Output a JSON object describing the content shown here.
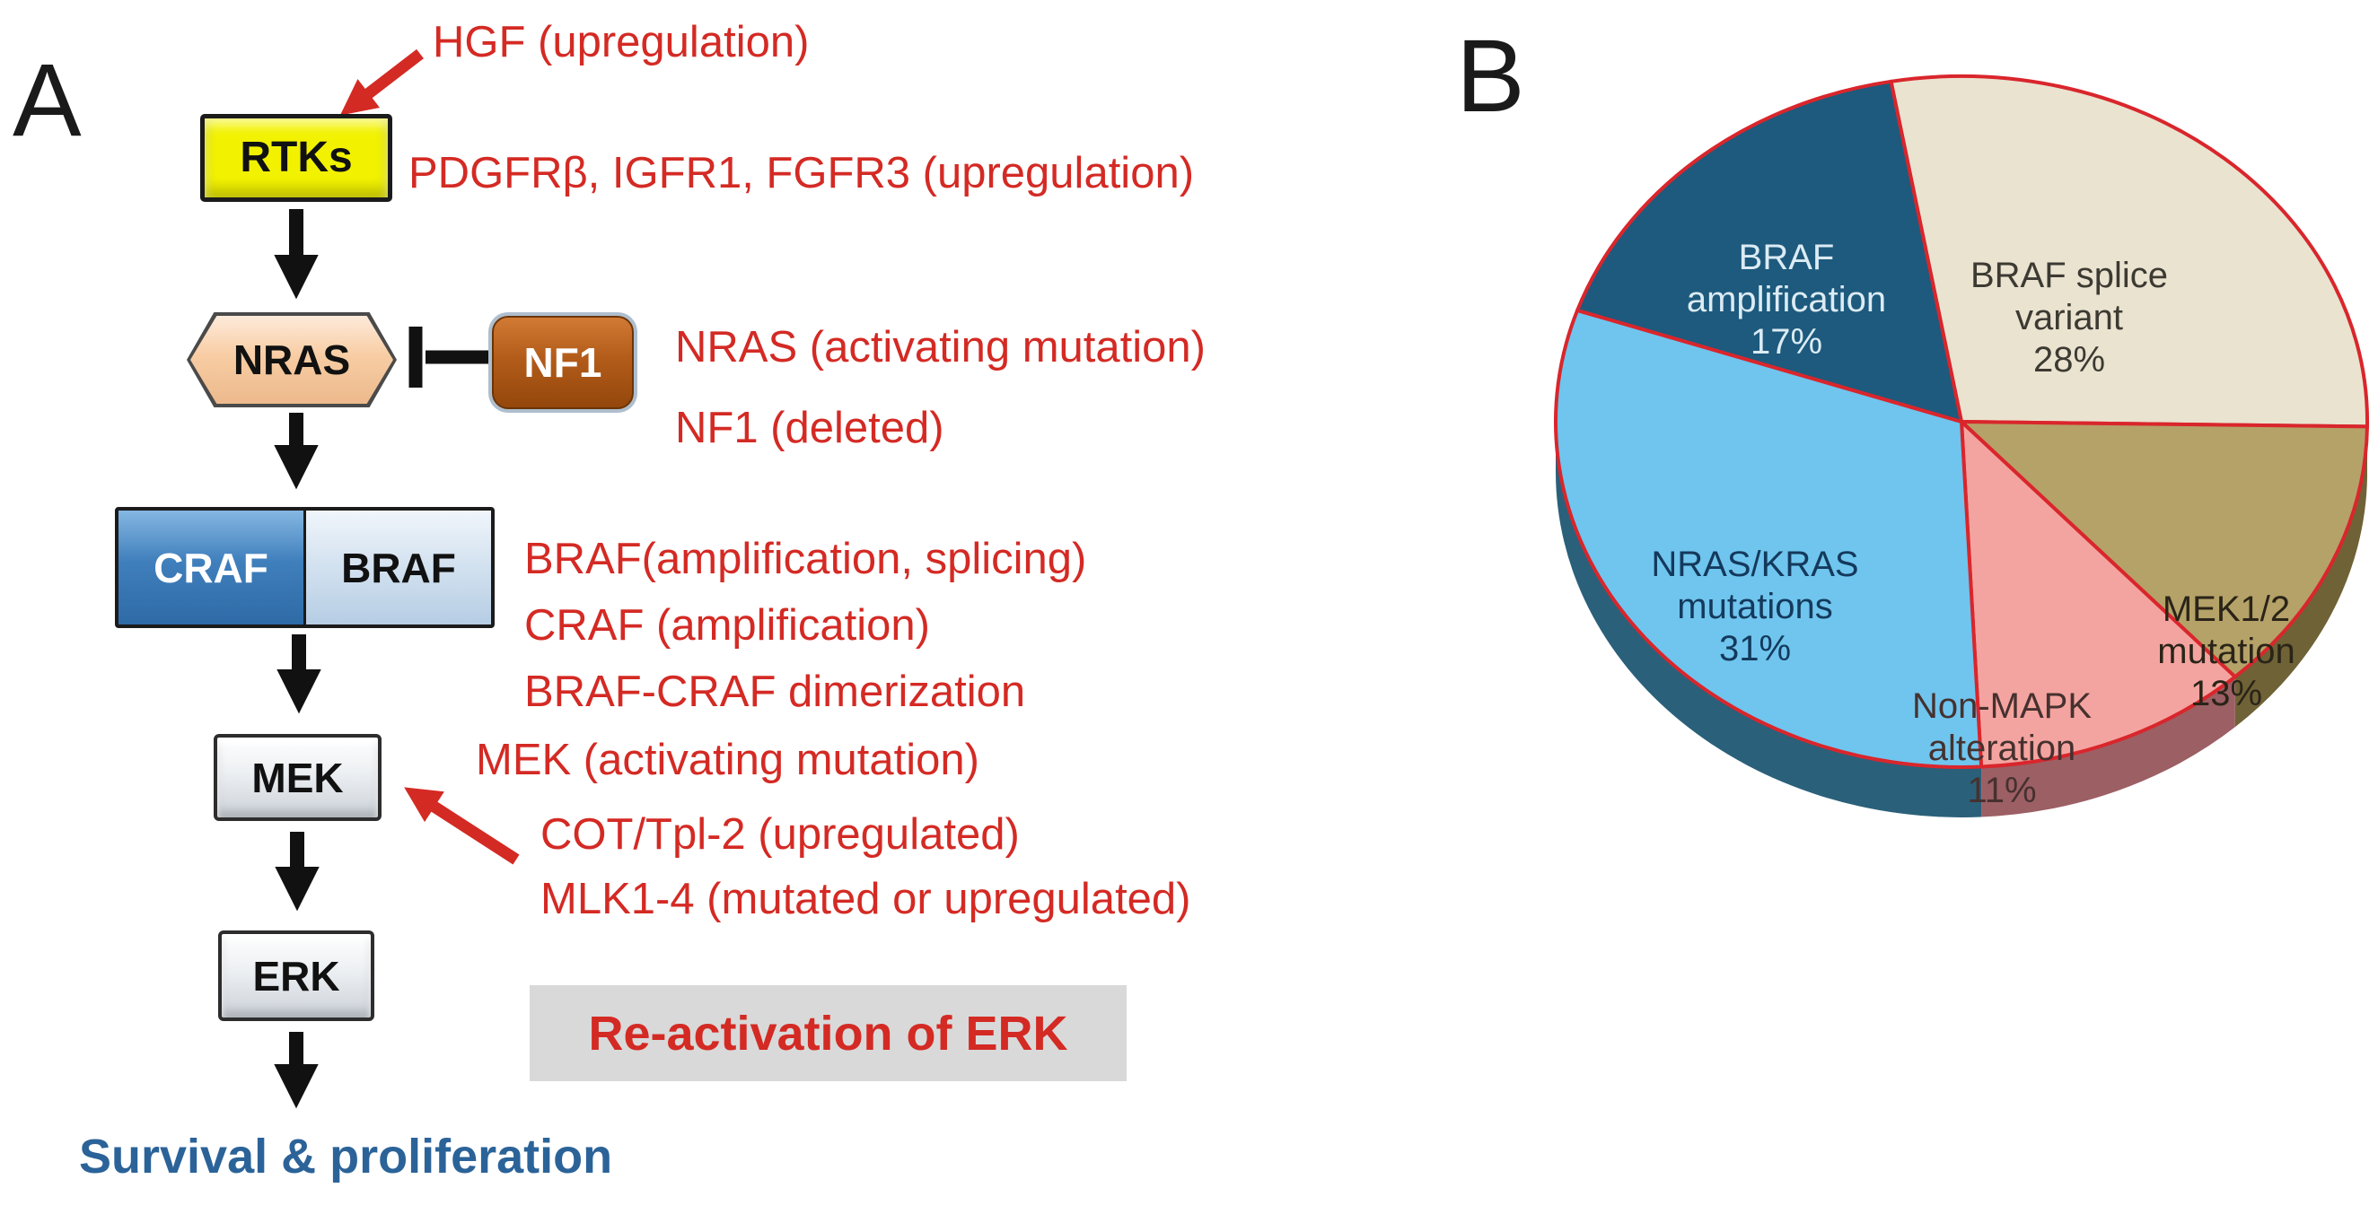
{
  "colors": {
    "red": "#d42a24",
    "outcome_blue": "#2b6399",
    "graybox": "#d9d9d9",
    "rtks_yellow": "#f2f200",
    "nras_peach": "#f8cda4",
    "nf1_brown": "#b35c1a",
    "craf_blue": "#3f7fbc",
    "braf_lightblue": "#cfdfee",
    "node_silver": "#ccd2d9",
    "arrow_black": "#111111",
    "pie_outline": "#d9262c"
  },
  "panel_a": {
    "label": "A",
    "nodes": {
      "rtks": "RTKs",
      "nras": "NRAS",
      "nf1": "NF1",
      "craf": "CRAF",
      "braf": "BRAF",
      "mek": "MEK",
      "erk": "ERK"
    },
    "annotations": {
      "hgf": "HGF (upregulation)",
      "rtk_list": "PDGFRβ, IGFR1, FGFR3 (upregulation)",
      "nras_mutation": "NRAS (activating mutation)",
      "nf1_deleted": "NF1 (deleted)",
      "braf_amp": "BRAF(amplification, splicing)",
      "craf_amp": "CRAF (amplification)",
      "dimerization": "BRAF-CRAF dimerization",
      "mek_mutation": "MEK (activating mutation)",
      "cot": "COT/Tpl-2 (upregulated)",
      "mlk": "MLK1-4 (mutated or upregulated)",
      "reactivation": "Re-activation of ERK",
      "outcome": "Survival & proliferation"
    }
  },
  "panel_b": {
    "label": "B"
  },
  "chart_data": {
    "type": "pie",
    "title": "",
    "start_angle_deg": -10,
    "direction": "clockwise",
    "outline_color": "#d9262c",
    "style": "3d",
    "slices": [
      {
        "label": "BRAF splice variant",
        "value": 28,
        "lines": [
          "BRAF splice",
          "variant",
          "28%"
        ],
        "color": "#eae3d0",
        "side": "#b0a483",
        "text_color": "#3c3a32"
      },
      {
        "label": "MEK1/2 mutation",
        "value": 13,
        "lines": [
          "MEK1/2",
          "mutation",
          "13%"
        ],
        "color": "#b5a268",
        "side": "#6f6236",
        "text_color": "#2a2418"
      },
      {
        "label": "Non-MAPK alteration",
        "value": 11,
        "lines": [
          "Non-MAPK",
          "alteration",
          "11%"
        ],
        "color": "#f4a4a0",
        "side": "#9c5f64",
        "text_color": "#46312f"
      },
      {
        "label": "NRAS/KRAS mutations",
        "value": 31,
        "lines": [
          "NRAS/KRAS",
          "mutations",
          "31%"
        ],
        "color": "#6fc5ee",
        "side": "#2a607a",
        "text_color": "#14395c"
      },
      {
        "label": "BRAF amplification",
        "value": 17,
        "lines": [
          "BRAF",
          "amplification",
          "17%"
        ],
        "color": "#1d5a7d",
        "side": "#143f58",
        "text_color": "#dcebf4"
      }
    ]
  }
}
